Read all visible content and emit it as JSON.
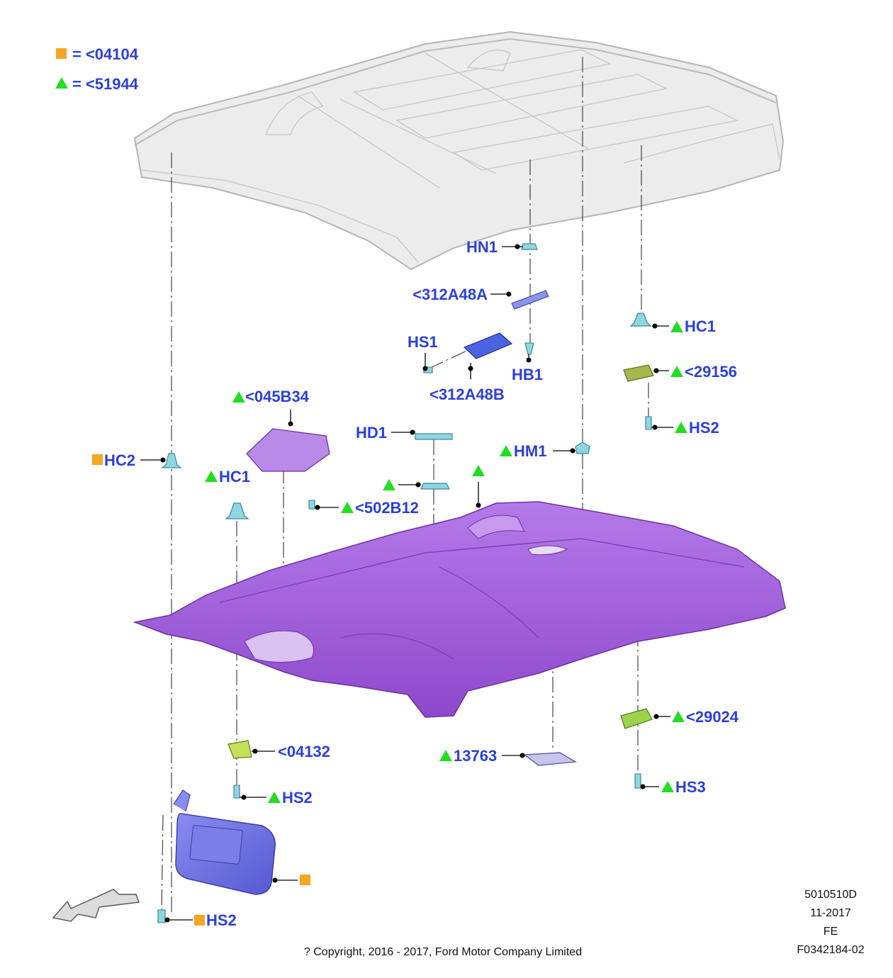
{
  "legend": {
    "square_text": "= <04104",
    "triangle_text": "= <51944"
  },
  "labels": {
    "hn1": "HN1",
    "p312a48a": "<312A48A",
    "hs1": "HS1",
    "hb1": "HB1",
    "p312a48b": "<312A48B",
    "hc1_right": "HC1",
    "p29156": "<29156",
    "hs2_right": "HS2",
    "p045b34": "<045B34",
    "hd1": "HD1",
    "hm1": "HM1",
    "hc2": "HC2",
    "hc1_left": "HC1",
    "p502b12": "<502B12",
    "p29024": "<29024",
    "p04132": "<04132",
    "p13763": "13763",
    "hs2_left": "HS2",
    "hs3": "HS3",
    "hs2_visor": "HS2"
  },
  "meta": {
    "code": "5010510D",
    "date": "11-2017",
    "region": "FE",
    "figure_id": "F0342184-02",
    "copyright": "? Copyright, 2016 - 2017, Ford Motor Company Limited"
  },
  "colors": {
    "label_blue": "#2b3fe0",
    "square_orange": "#f5a623",
    "triangle_green": "#22dd22",
    "headliner_purple": "#a35de0",
    "visor_blue": "#6b6fe0",
    "bracket_green": "#b6d94a",
    "clip_cyan": "#8fd6e0",
    "roof_gray": "#e6e6e6"
  }
}
